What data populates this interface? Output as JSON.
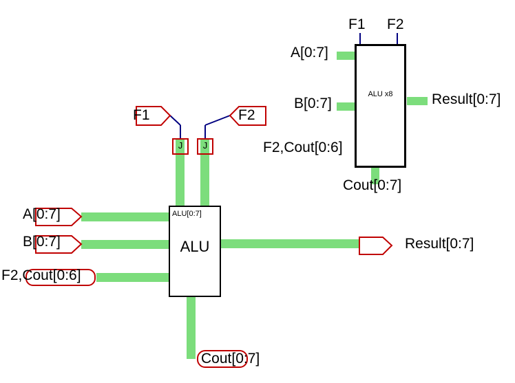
{
  "colors": {
    "bus_green": "#7cdd7c",
    "wire_navy": "#000080",
    "shape_red": "#c00000"
  },
  "schematic": {
    "instance": {
      "ref_label": "ALU[0:7]",
      "name": "ALU"
    },
    "flags": {
      "f1": "F1",
      "f2": "F2"
    },
    "joiners": [
      "J",
      "J"
    ],
    "nets": {
      "a": "A[0:7]",
      "b": "B[0:7]",
      "f2cout": "F2,Cout[0:6]",
      "result": "Result[0:7]",
      "cout": "Cout[0:7]"
    },
    "macro": {
      "title": "ALU x8",
      "pin_f1": "F1",
      "pin_f2": "F2",
      "pin_a": "A[0:7]",
      "pin_b": "B[0:7]",
      "pin_f2cout": "F2,Cout[0:6]",
      "pin_result": "Result[0:7]",
      "pin_cout": "Cout[0:7]"
    }
  }
}
